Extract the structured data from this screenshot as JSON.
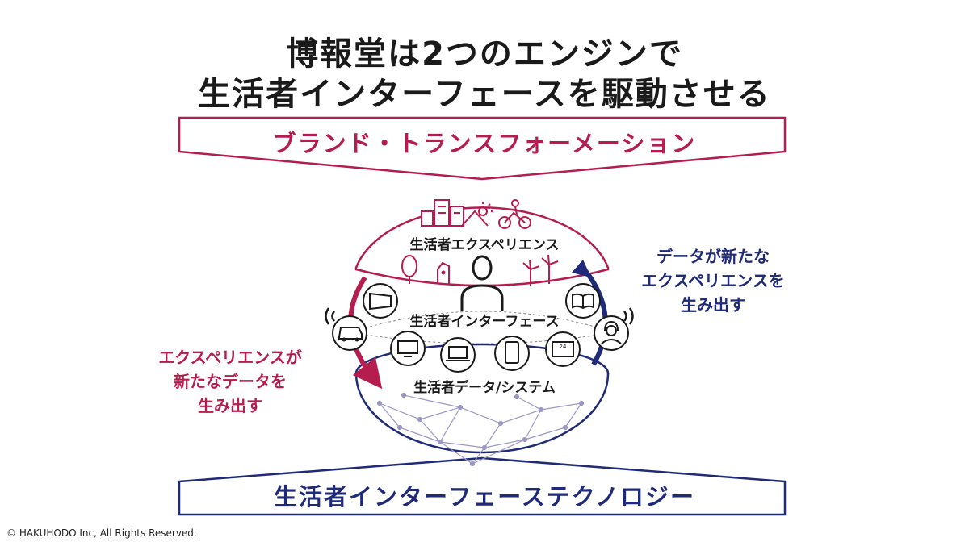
{
  "title": {
    "line1": "博報堂は2つのエンジンで",
    "line2": "生活者インターフェースを駆動させる"
  },
  "top_banner": {
    "label": "ブランド・トランスフォーメーション"
  },
  "bottom_banner": {
    "label": "生活者インターフェーステクノロジー"
  },
  "diagram": {
    "experience_label": "生活者エクスペリエンス",
    "interface_label": "生活者インターフェース",
    "data_label": "生活者データ/システム"
  },
  "left_caption": [
    "エクスペリエンスが",
    "新たなデータを",
    "生み出す"
  ],
  "right_caption": [
    "データが新たな",
    "エクスペリエンスを",
    "生み出す"
  ],
  "icons": {
    "charging_station_text": "24"
  },
  "colors": {
    "crimson": "#b51d4f",
    "navy": "#1f2a78",
    "mesh": "#9c98c6"
  },
  "copyright": "© HAKUHODO Inc, All Rights Reserved."
}
